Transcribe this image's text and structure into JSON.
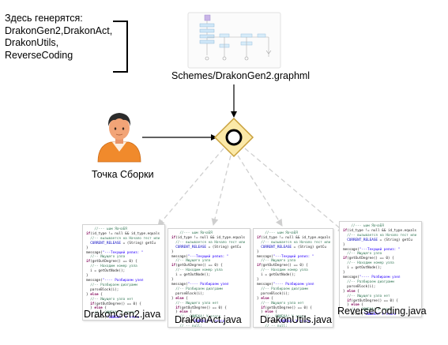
{
  "note": {
    "heading": "Здесь генерятся:",
    "items": [
      "DrakonGen2,DrakonAct,",
      "DrakonUtils,",
      "ReverseCoding"
    ]
  },
  "scheme": {
    "label": "Schemes/DrakonGen2.graphml"
  },
  "person": {
    "label": "Точка Сборки"
  },
  "documents": [
    {
      "label": "DrakonGen2.java"
    },
    {
      "label": "DrakonAct.java"
    },
    {
      "label": "DrakonUtils.java"
    },
    {
      "label": "ReverseCoding.java"
    }
  ],
  "colors": {
    "gateway_fill": "#fbe9a8",
    "gateway_border": "#c8a03c",
    "person_skin": "#f2a477",
    "person_shirt": "#f08a2c",
    "person_hair": "#2b2b2b"
  }
}
